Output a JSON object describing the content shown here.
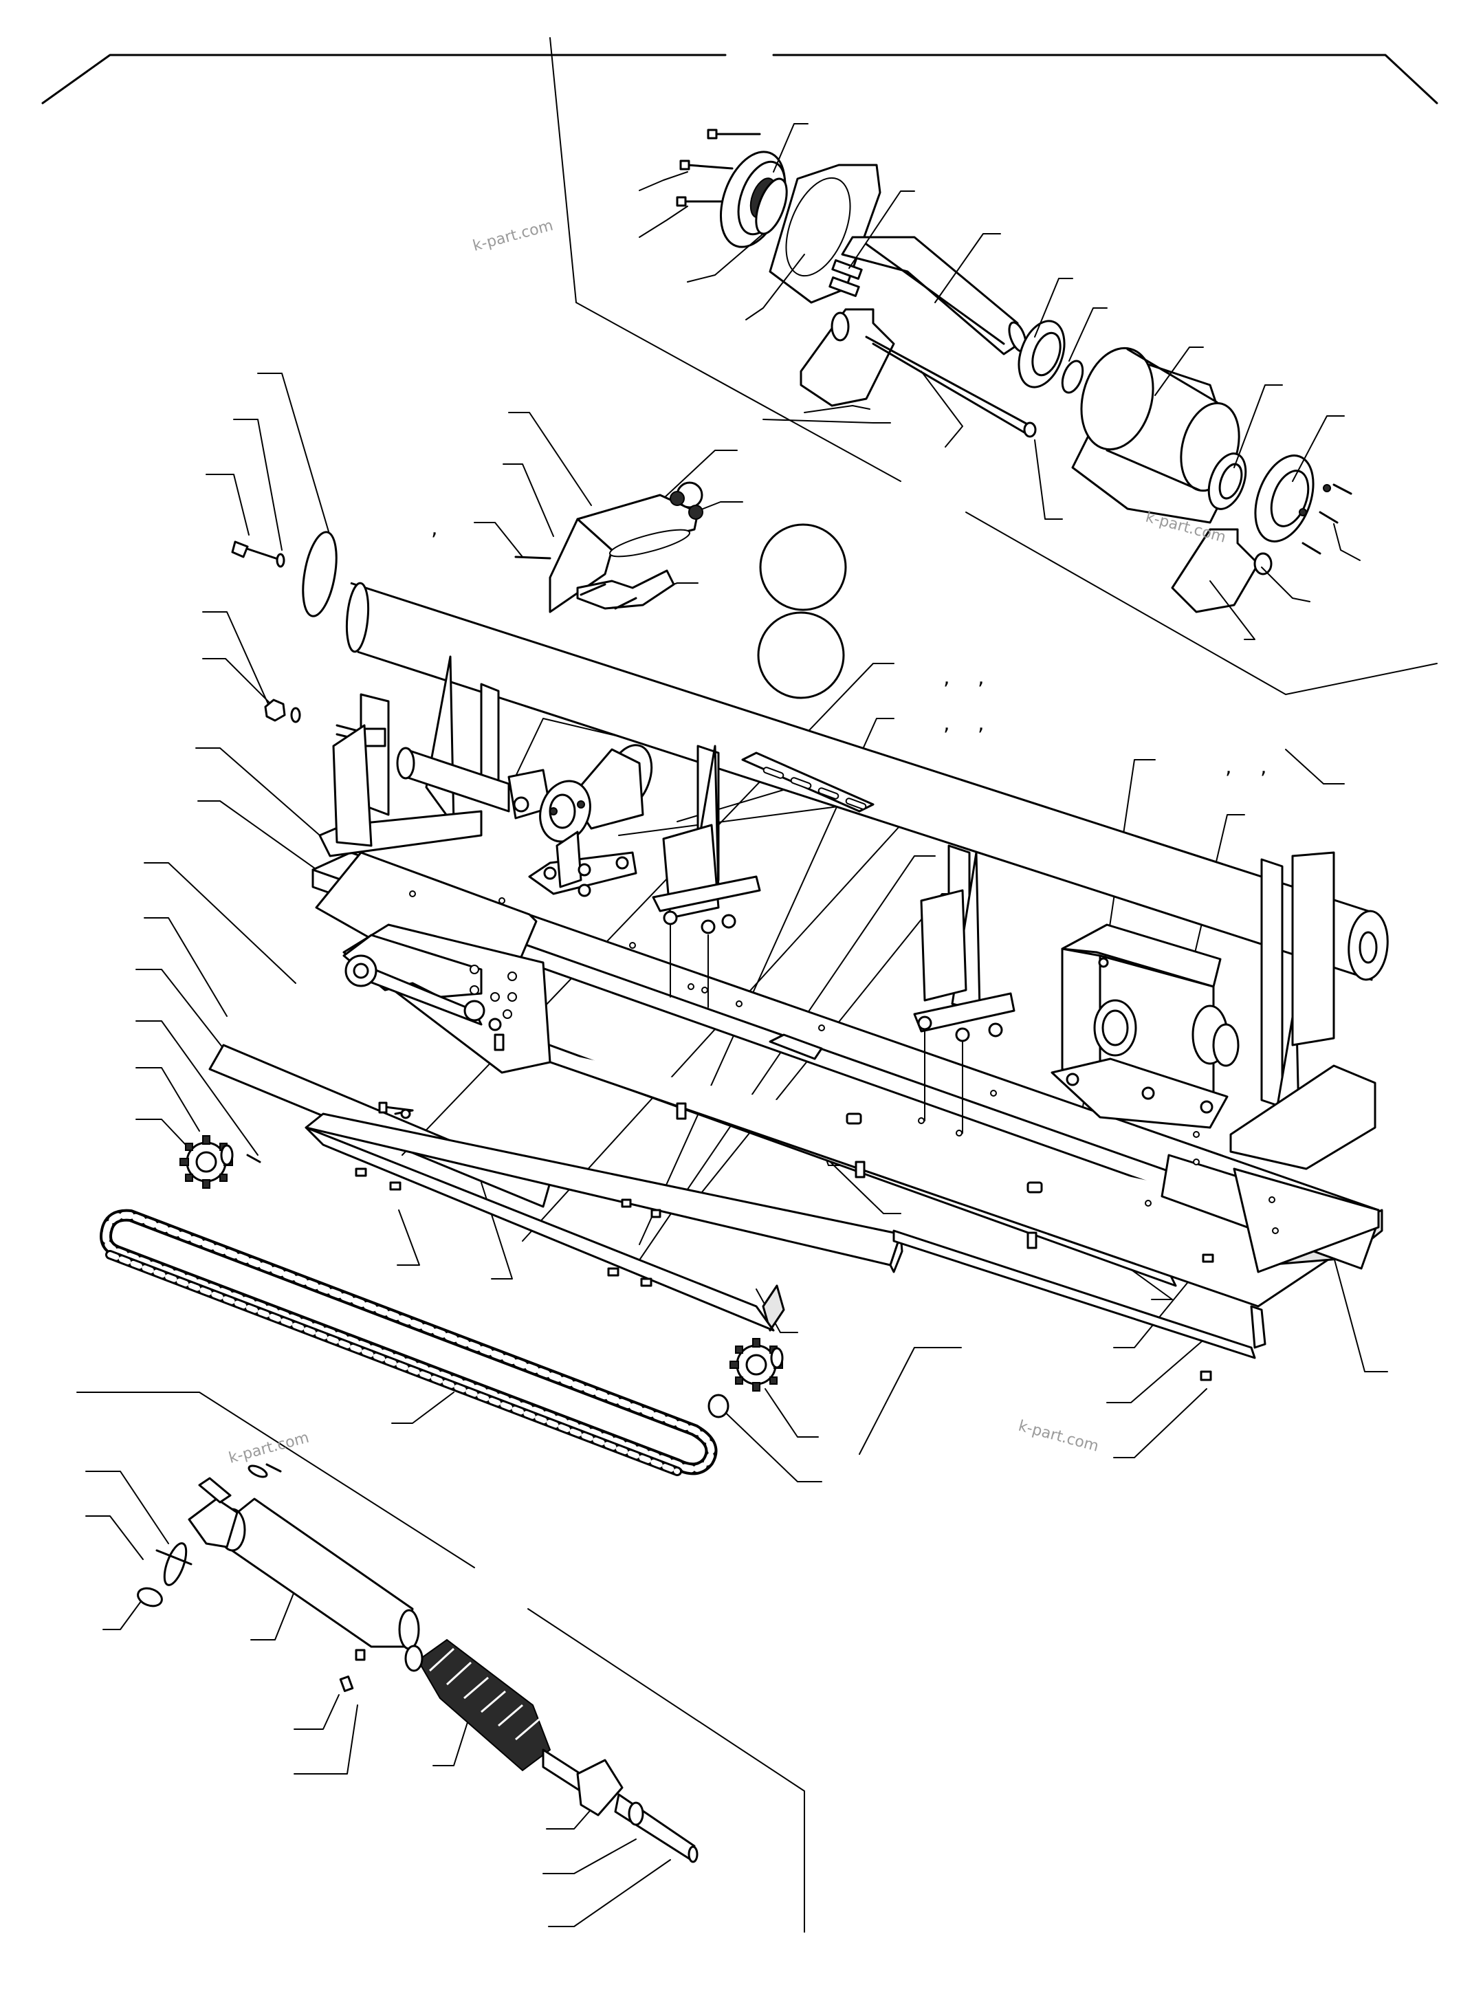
{
  "watermarks": [
    "k-part.com",
    "k-part.com",
    "k-part.com",
    "k-part.com"
  ],
  "separators": [
    ",",
    ",",
    ",",
    ",",
    ",",
    ",",
    ",",
    ","
  ],
  "colors": {
    "line": "#000000",
    "background": "#ffffff",
    "watermark": "#9a9a9a",
    "fill_light": "#e6e6e6"
  }
}
